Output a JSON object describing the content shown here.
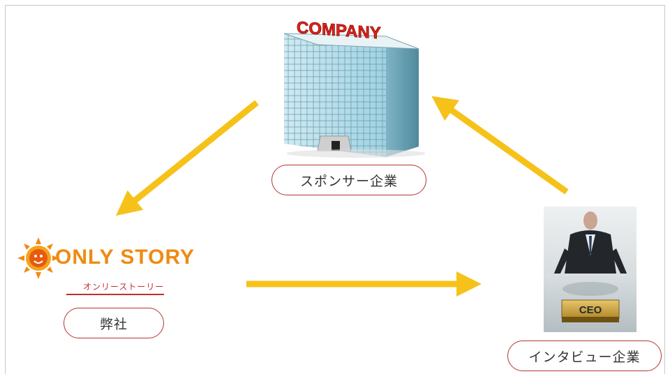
{
  "building": {
    "sign": "COMPANY",
    "label": "スポンサー企業"
  },
  "logo": {
    "main": "ONLY STORY",
    "kana": "オンリーストーリー",
    "label": "弊社"
  },
  "ceo": {
    "plate": "CEO",
    "label": "インタビュー企業"
  },
  "colors": {
    "arrow": "#f6c21a",
    "pill_border": "#b2362e",
    "sign": "#e0231c",
    "logo_orange": "#f08a12"
  }
}
